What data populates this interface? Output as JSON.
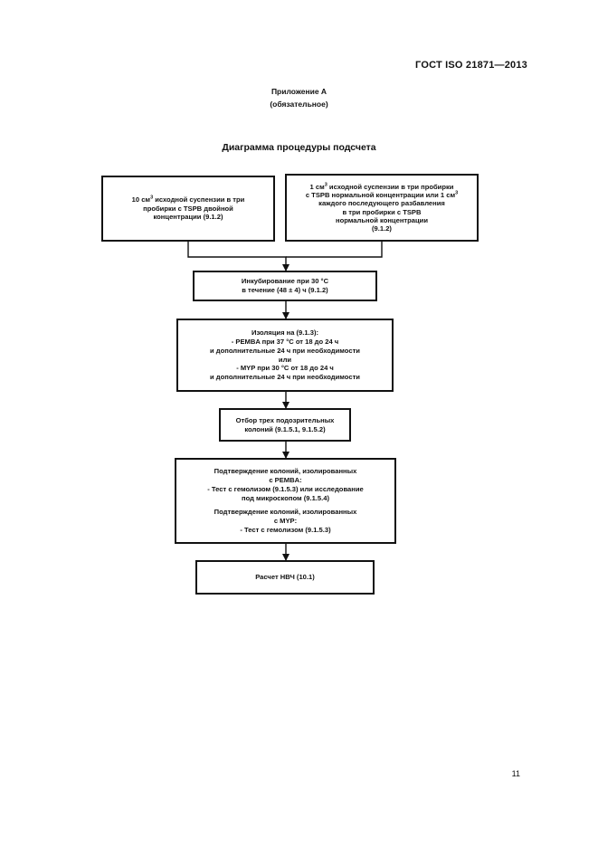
{
  "header": {
    "doc_code": "ГОСТ ISO 21871—2013",
    "annex_title": "Приложение А",
    "annex_status": "(обязательное)"
  },
  "diagram": {
    "title": "Диаграмма процедуры подсчета",
    "box_left": {
      "line1_pre": "10 см",
      "line1_sup": "3",
      "line1_post": " исходной суспензии в три",
      "line2": "пробирки с TSPB двойной",
      "line3": "концентрации (9.1.2)"
    },
    "box_right": {
      "line1_pre": "1 см",
      "line1_sup": "3",
      "line1_post": "  исходной суспензии в три пробирки",
      "line2_pre": "с TSPB нормальной концентрации или 1 см",
      "line2_sup": "3",
      "line3": "каждого последующего разбавления",
      "line4": "в три пробирки с TSPB",
      "line5": "нормальной концентрации",
      "line6": "(9.1.2)"
    },
    "box_incubation": {
      "line1": "Инкубирование при 30 °С",
      "line2": "в течение (48 ± 4) ч (9.1.2)"
    },
    "box_isolation": {
      "line1": "Изоляция на (9.1.3):",
      "line2": "- PEMBA при 37 °С от 18 до 24 ч",
      "line3": "и дополнительные 24 ч при необходимости",
      "line4": "или",
      "line5": "- MYP при 30 °С от 18 до 24 ч",
      "line6": "и дополнительные 24 ч при необходимости"
    },
    "box_selection": {
      "line1": "Отбор трех подозрительных",
      "line2": "колоний (9.1.5.1, 9.1.5.2)"
    },
    "box_confirmation": {
      "line1": "Подтверждение колоний, изолированных",
      "line2": "с PEMBA:",
      "line3": "- Тест с гемолизом (9.1.5.3) или исследование",
      "line4": "под микроскопом (9.1.5.4)",
      "line5": "Подтверждение колоний, изолированных",
      "line6": "с MYP:",
      "line7": "- Тест с гемолизом (9.1.5.3)"
    },
    "box_calculation": {
      "line1": "Расчет НВЧ (10.1)"
    }
  },
  "footer": {
    "page_number": "11"
  }
}
